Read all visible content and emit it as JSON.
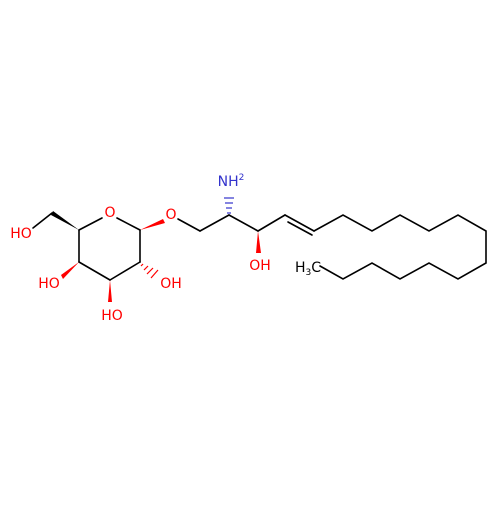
{
  "colors": {
    "bond": "#000000",
    "oxygen": "#ff0000",
    "nitrogen": "#3333cc",
    "carbon": "#000000",
    "background": "#ffffff"
  },
  "atoms": {
    "ring_oxygen": "O",
    "glycosidic_oxygen": "O",
    "hydroxymethyl": "HO",
    "hydroxyl_c4": "HO",
    "hydroxyl_c3": "HO",
    "hydroxyl_c2": "OH",
    "amino": "NH",
    "amino_subscript": "2",
    "hydroxyl_sphingo": "OH",
    "methyl": "H",
    "methyl_subscript": "3",
    "methyl_c": "C"
  }
}
